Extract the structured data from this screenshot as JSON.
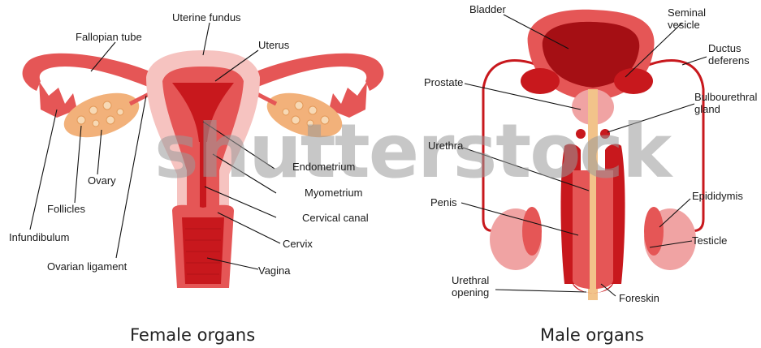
{
  "female": {
    "caption": "Female organs",
    "labels": {
      "uterine_fundus": "Uterine fundus",
      "fallopian_tube": "Fallopian tube",
      "uterus": "Uterus",
      "ovary": "Ovary",
      "follicles": "Follicles",
      "infundibulum": "Infundibulum",
      "ovarian_ligament": "Ovarian ligament",
      "endometrium": "Endometrium",
      "myometrium": "Myometrium",
      "cervical_canal": "Cervical canal",
      "cervix": "Cervix",
      "vagina": "Vagina"
    }
  },
  "male": {
    "caption": "Male organs",
    "labels": {
      "bladder": "Bladder",
      "seminal_vesicle": "Seminal\nvesicle",
      "ductus_deferens": "Ductus\ndeferens",
      "prostate": "Prostate",
      "bulbourethral_gland": "Bulbourethral\ngland",
      "urethra": "Urethra",
      "penis": "Penis",
      "epididymis": "Epididymis",
      "testicle": "Testicle",
      "urethral_opening": "Urethral\nopening",
      "foreskin": "Foreskin"
    }
  },
  "watermark": "shutterstock",
  "colors": {
    "light_pink": "#f0a3a3",
    "pale_pink": "#f6c3c0",
    "medium_red": "#e55656",
    "dark_red": "#c8181d",
    "deep_red": "#a50f14",
    "follicle_orange": "#f2b17a"
  }
}
